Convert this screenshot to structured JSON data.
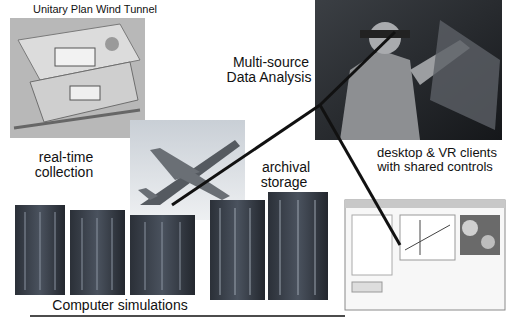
{
  "diagram": {
    "labels": [
      "Unitary Plan Wind Tunnel",
      "Multi-source Data Analysis",
      "real-time collection",
      "archival storage",
      "desktop & VR clients with shared controls",
      "Computer simulations"
    ]
  }
}
